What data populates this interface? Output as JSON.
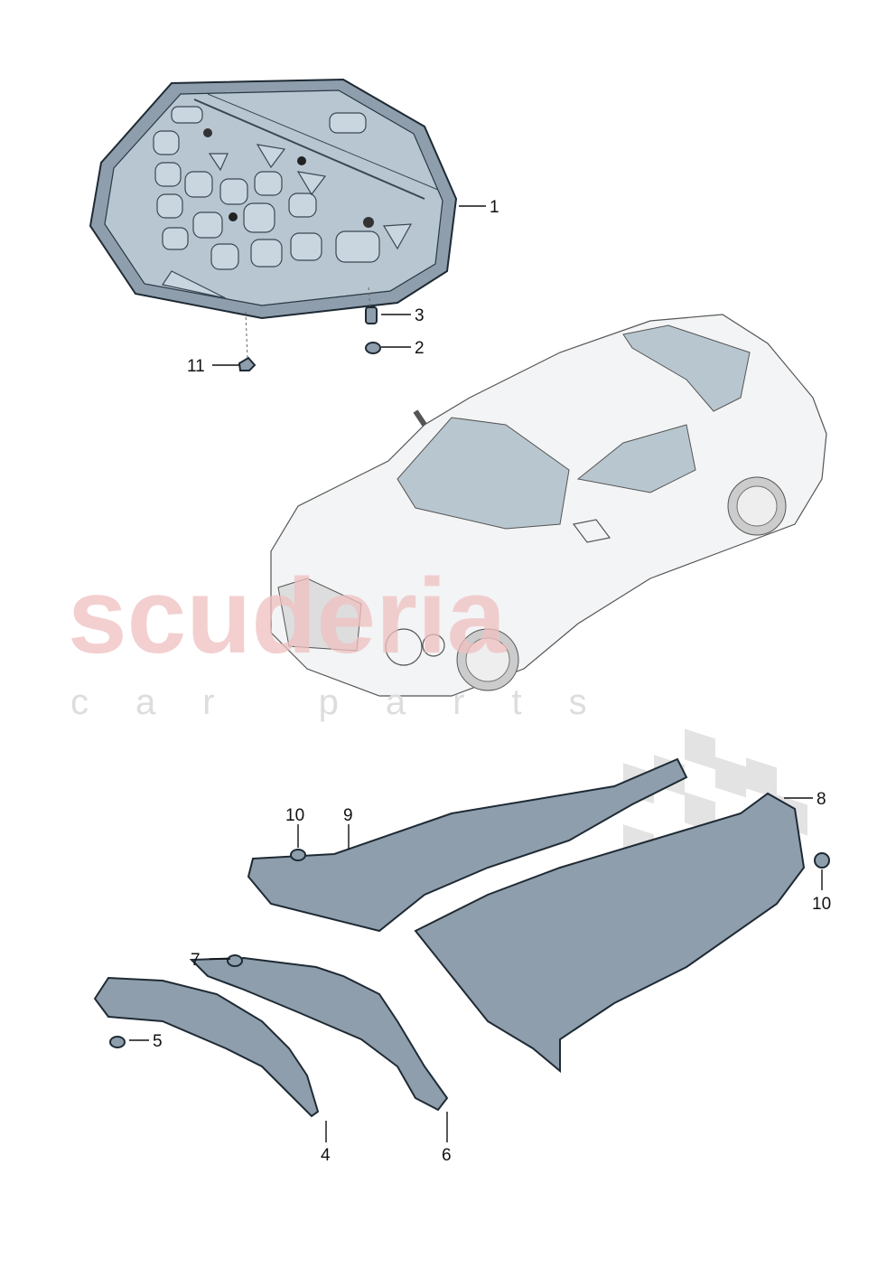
{
  "diagram": {
    "watermark": {
      "brand": "scuderia",
      "tagline": "car parts",
      "brand_color": "#f0c0c0"
    },
    "part_color": "#8e9eac",
    "callouts": {
      "hood_insulation": "1",
      "clip_2": "2",
      "clip_3": "3",
      "clip_11": "11",
      "clip_10_left": "10",
      "insulation_9": "9",
      "insulation_8": "8",
      "clip_10_right": "10",
      "clip_7": "7",
      "clip_5": "5",
      "insulation_4": "4",
      "insulation_6": "6"
    }
  }
}
